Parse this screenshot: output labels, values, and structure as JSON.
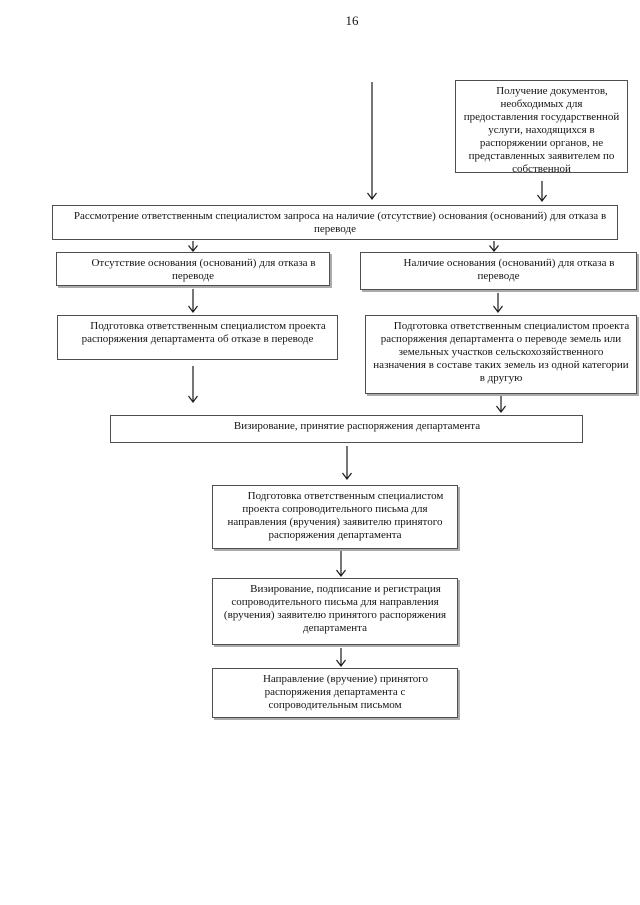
{
  "page_number": "16",
  "flowchart": {
    "boxes": {
      "receive_docs": "Получение документов, необходимых для предоставления государственной услуги, находящихся в распоряжении органов, не представленных заявителем по собственной",
      "review_request": "Рассмотрение ответственным специалистом запроса на наличие (отсутствие) основания (оснований) для отказа в переводе",
      "no_grounds": "Отсутствие основания (оснований) для отказа в переводе",
      "grounds_exist": "Наличие основания (оснований) для отказа в переводе",
      "draft_refusal_order": "Подготовка ответственным специалистом проекта распоряжения департамента об отказе в переводе",
      "draft_transfer_order": "Подготовка ответственным специалистом проекта распоряжения департамента о переводе земель или земельных участков сельскохозяйственного назначения в составе таких земель из одной категории в другую",
      "approve_order": "Визирование, принятие распоряжения департамента",
      "draft_cover_letter": "Подготовка ответственным специалистом проекта сопроводительного письма для направления (вручения) заявителю принятого распоряжения департамента",
      "sign_register_letter": "Визирование, подписание и регистрация сопроводительного письма для направления (вручения) заявителю принятого распоряжения департамента",
      "send_order": "Направление (вручение) принятого распоряжения департамента с сопроводительным письмом"
    }
  },
  "colors": {
    "box_border": "#4f4f4f",
    "box_shadow": "#ababab",
    "arrow": "#1a1a1a",
    "text": "#141414",
    "page_bg": "#ffffff"
  }
}
